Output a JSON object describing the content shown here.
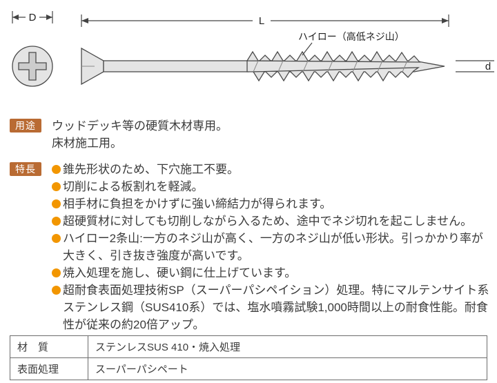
{
  "diagram": {
    "labels": {
      "head_diameter": "D",
      "length": "L",
      "thread": "ハイロー（高低ネジ山）",
      "shaft_diameter": "d"
    }
  },
  "usage": {
    "label": "用途",
    "lines": [
      "ウッドデッキ等の硬質木材専用。",
      "床材施工用。"
    ]
  },
  "features": {
    "label": "特長",
    "items": [
      "錐先形状のため、下穴施工不要。",
      "切削による板割れを軽減。",
      "相手材に負担をかけずに強い締結力が得られます。",
      "超硬質材に対しても切削しながら入るため、途中でネジ切れを起こしません。",
      "ハイロー2条山:一方のネジ山が高く、一方のネジ山が低い形状。引っかかり率が大きく、引き抜き強度が高いです。",
      "焼入処理を施し、硬い鋼に仕上げています。",
      "超耐食表面処理技術SP（スーパーパシペイション）処理。特にマルテンサイト系ステンレス鋼（SUS410系）では、塩水噴霧試験1,000時間以上の耐食性能。耐食性が従来の約20倍アップ。"
    ]
  },
  "spec_table": {
    "rows": [
      {
        "label": "材　質",
        "value": "ステンレスSUS 410・焼入処理"
      },
      {
        "label": "表面処理",
        "value": "スーパーパシペート"
      }
    ]
  },
  "colors": {
    "section_label_bg": "#b96b33",
    "bullet": "#f29600",
    "diagram_metal": "#e4e4e4"
  }
}
